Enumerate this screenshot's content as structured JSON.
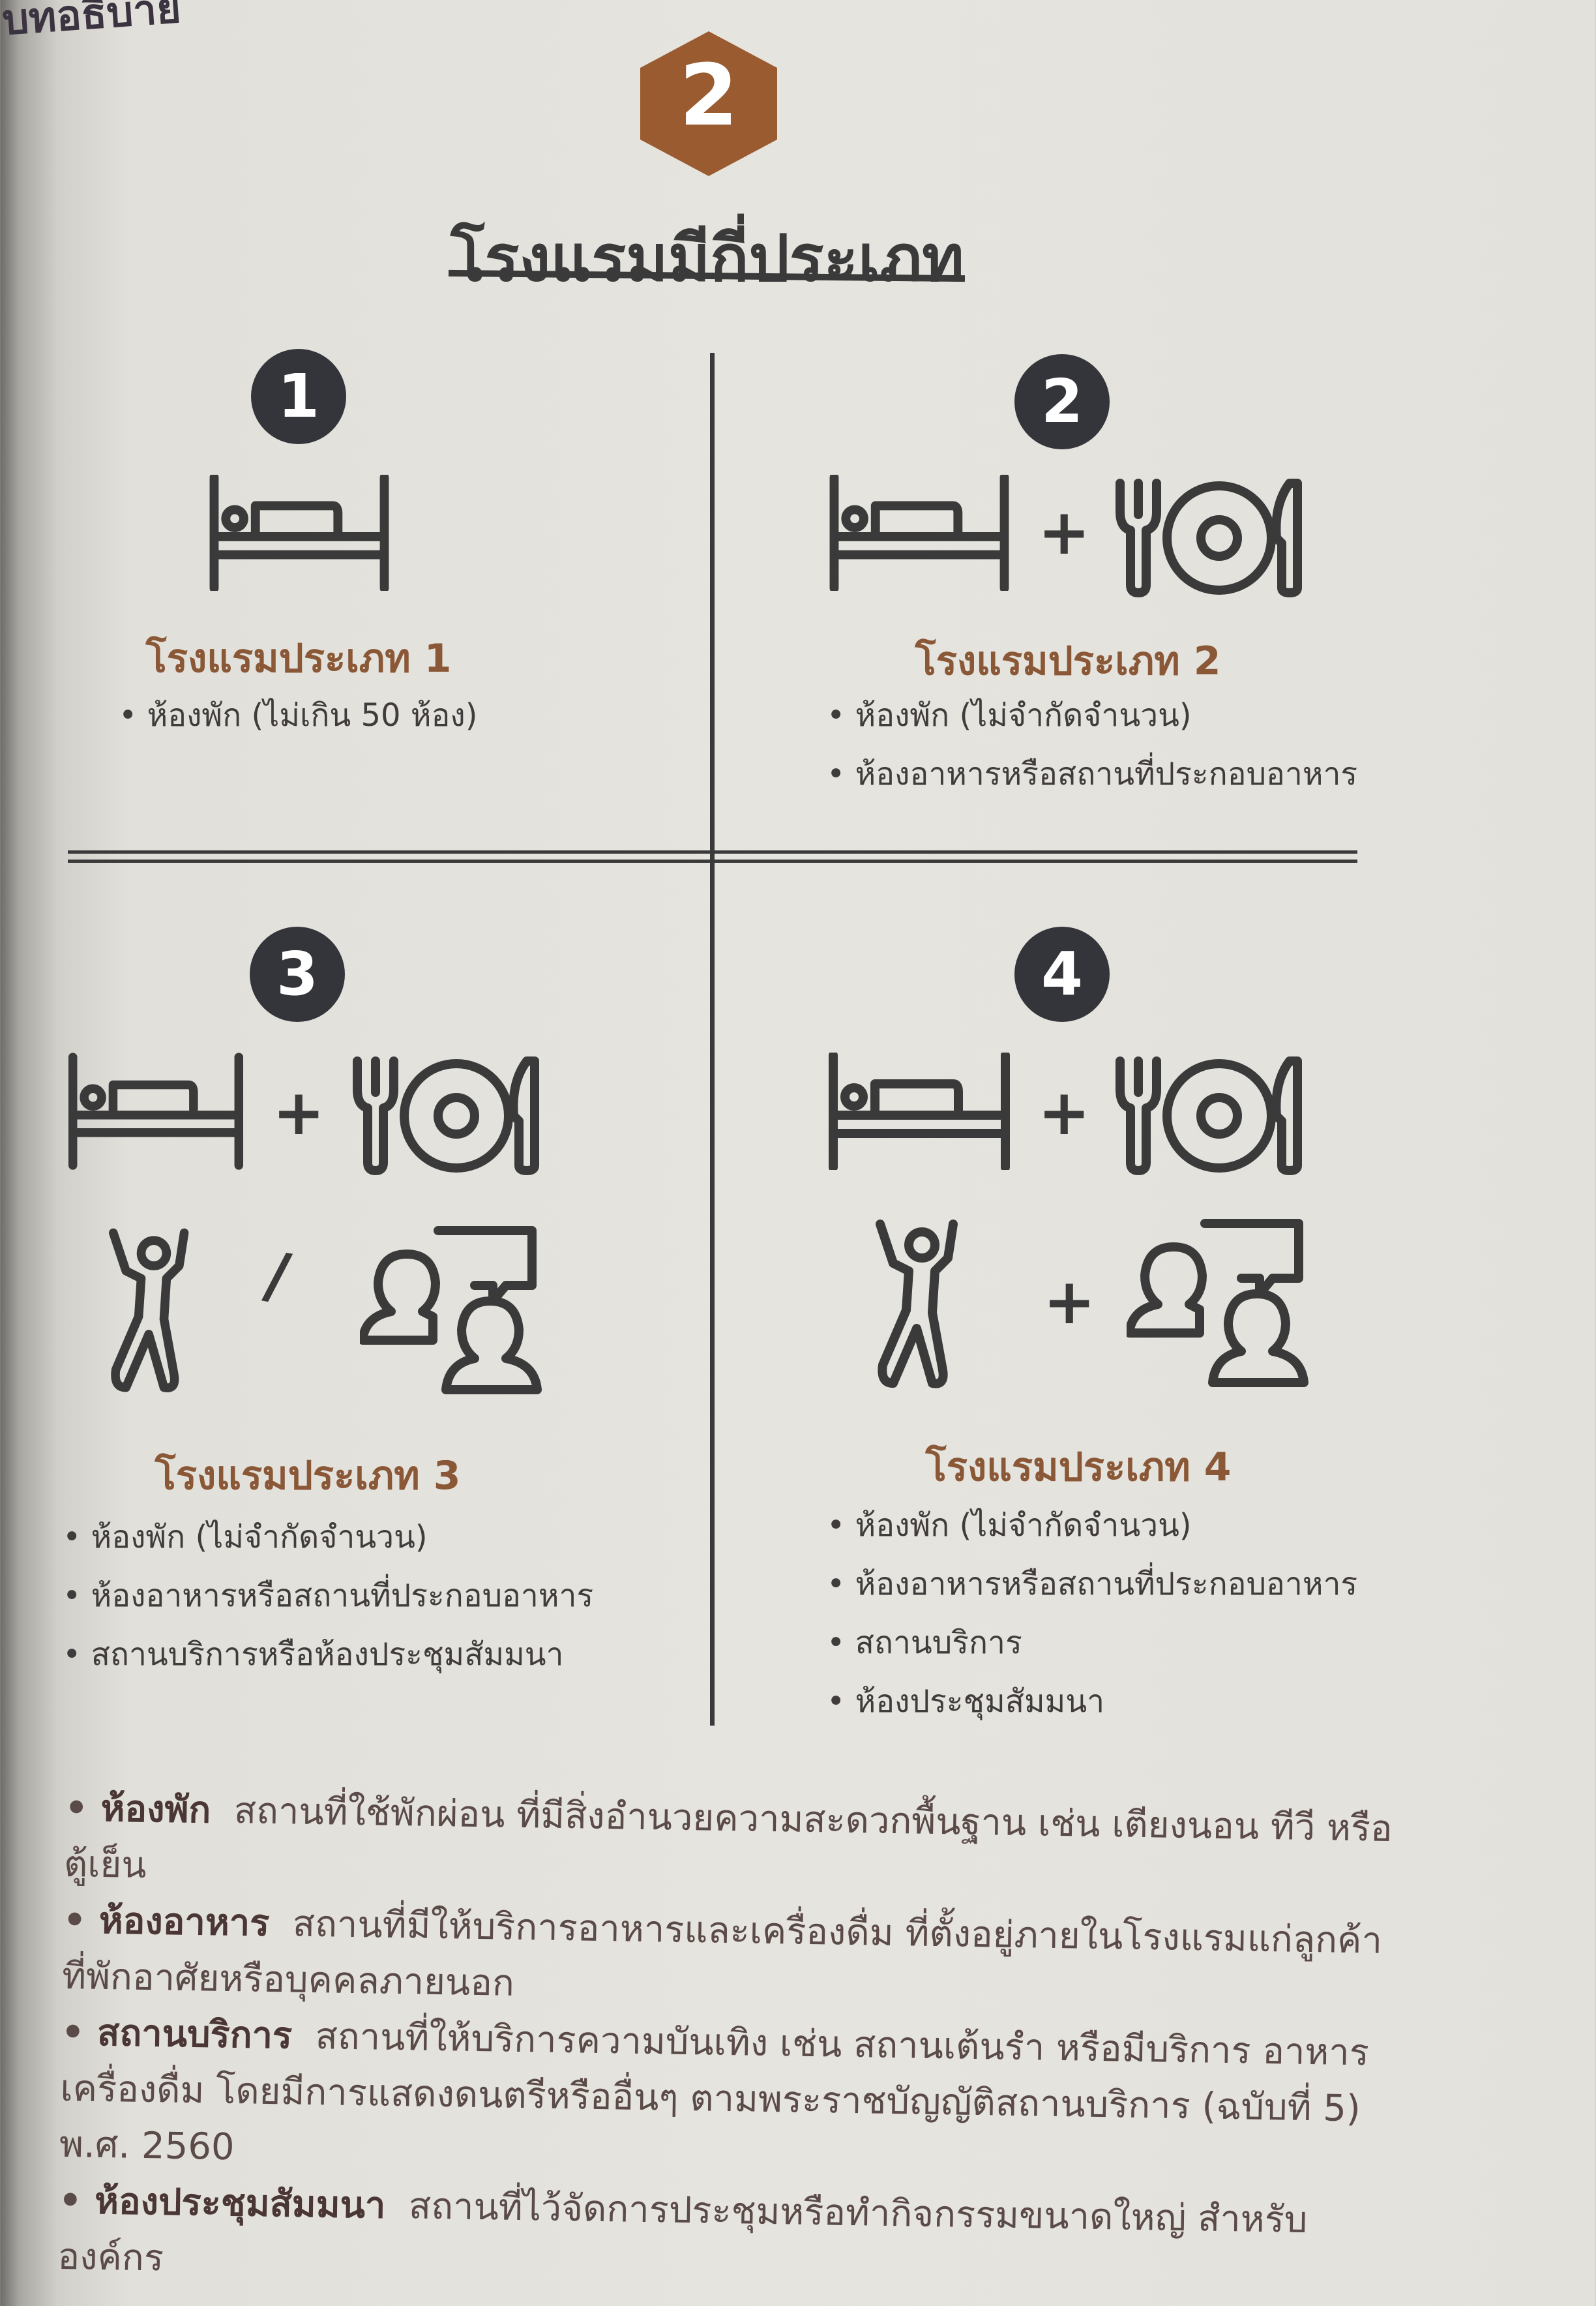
{
  "header": {
    "chapter_label": "บทอธิบาย",
    "section_number": "2",
    "title": "โรงแรมมีกี่ประเภท"
  },
  "colors": {
    "accent": "#9a5b30",
    "dark": "#33353a",
    "title_brown": "#8a5836"
  },
  "quadrants": [
    {
      "number": "1",
      "title": "โรงแรมประเภท 1",
      "icons": [
        "bed-icon"
      ],
      "bullets": [
        "ห้องพัก (ไม่เกิน 50 ห้อง)"
      ]
    },
    {
      "number": "2",
      "title": "โรงแรมประเภท 2",
      "icons": [
        "bed-icon",
        "plus",
        "dining-icon"
      ],
      "bullets": [
        "ห้องพัก (ไม่จำกัดจำนวน)",
        "ห้องอาหารหรือสถานที่ประกอบอาหาร"
      ]
    },
    {
      "number": "3",
      "title": "โรงแรมประเภท 3",
      "icons": [
        "bed-icon",
        "plus",
        "dining-icon",
        "dancer-icon",
        "slash",
        "meeting-icon"
      ],
      "bullets": [
        "ห้องพัก (ไม่จำกัดจำนวน)",
        "ห้องอาหารหรือสถานที่ประกอบอาหาร",
        "สถานบริการหรือห้องประชุมสัมมนา"
      ]
    },
    {
      "number": "4",
      "title": "โรงแรมประเภท 4",
      "icons": [
        "bed-icon",
        "plus",
        "dining-icon",
        "dancer-icon",
        "plus",
        "meeting-icon"
      ],
      "bullets": [
        "ห้องพัก (ไม่จำกัดจำนวน)",
        "ห้องอาหารหรือสถานที่ประกอบอาหาร",
        "สถานบริการ",
        "ห้องประชุมสัมมนา"
      ]
    }
  ],
  "symbols": {
    "plus": "+",
    "slash": "/"
  },
  "notes": [
    {
      "term": "ห้องพัก",
      "text": "สถานที่ใช้พักผ่อน ที่มีสิ่งอำนวยความสะดวกพื้นฐาน เช่น เตียงนอน ทีวี หรือตู้เย็น"
    },
    {
      "term": "ห้องอาหาร",
      "text": "สถานที่มีให้บริการอาหารและเครื่องดื่ม ที่ตั้งอยู่ภายในโรงแรมแก่ลูกค้าที่พักอาศัยหรือบุคคลภายนอก"
    },
    {
      "term": "สถานบริการ",
      "text": "สถานที่ให้บริการความบันเทิง เช่น สถานเต้นรำ หรือมีบริการ อาหาร เครื่องดื่ม โดยมีการแสดงดนตรีหรืออื่นๆ ตามพระราชบัญญัติสถานบริการ (ฉบับที่ 5) พ.ศ. 2560"
    },
    {
      "term": "ห้องประชุมสัมมนา",
      "text": "สถานที่ไว้จัดการประชุมหรือทำกิจกรรมขนาดใหญ่ สำหรับองค์กร"
    }
  ]
}
